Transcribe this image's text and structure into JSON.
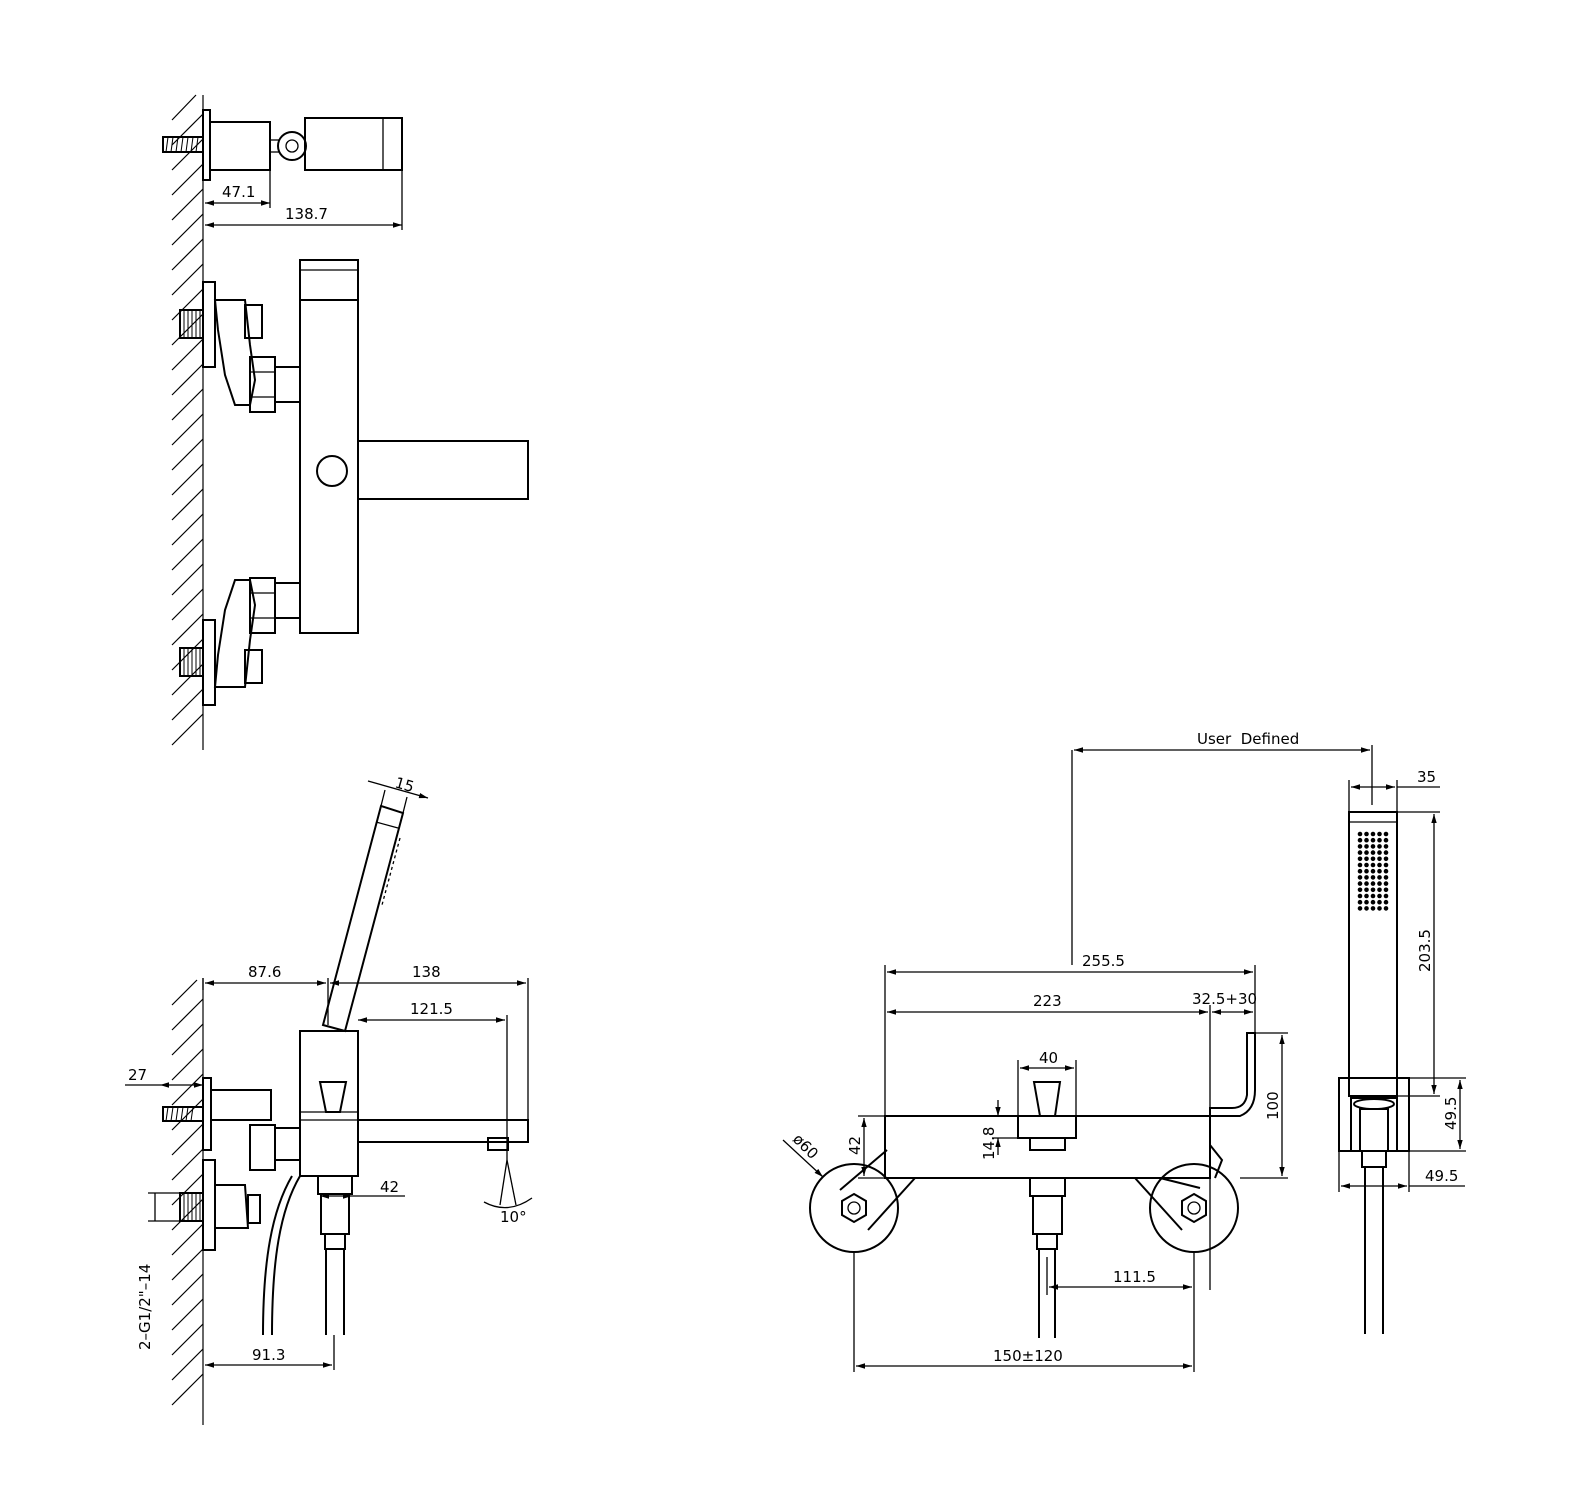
{
  "dims": {
    "top": {
      "d47_1": "47.1",
      "d138_7": "138.7"
    },
    "side": {
      "d15": "15",
      "d87_6": "87.6",
      "d138": "138",
      "d121_5": "121.5",
      "d27": "27",
      "d42": "42",
      "d10": "10°",
      "thread": "2–G1/2\"–14",
      "d91_3": "91.3"
    },
    "front": {
      "user_defined": "User  Defined",
      "d255_5": "255.5",
      "d223": "223",
      "d32_5": "32.5+30",
      "d40": "40",
      "d14_8": "14.8",
      "d42": "42",
      "d60": "ø60",
      "d100": "100",
      "d111_5": "111.5",
      "d150": "150±120"
    },
    "hand": {
      "d35": "35",
      "d203_5": "203.5",
      "d49_5a": "49.5",
      "d49_5b": "49.5"
    }
  }
}
